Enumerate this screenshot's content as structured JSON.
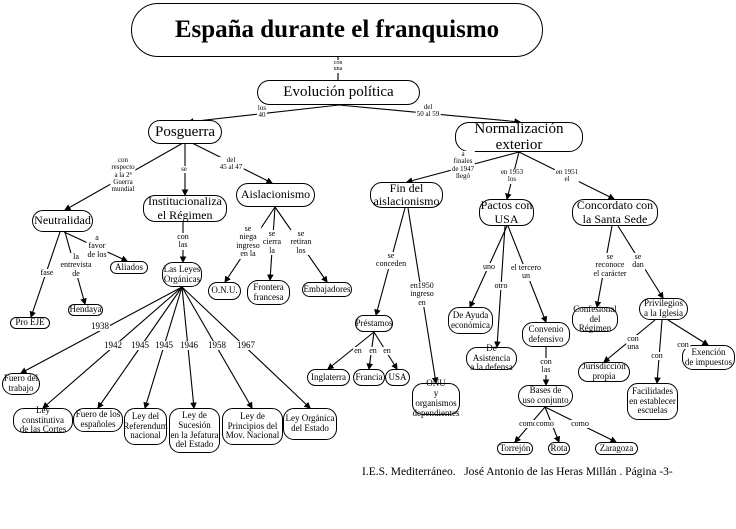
{
  "title": "España durante el franquismo",
  "nodes": {
    "evolucion": "Evolución política",
    "posguerra": "Posguerra",
    "normalizacion": "Normalización exterior",
    "neutralidad": "Neutralidad",
    "institucionaliza": "Institucionaliza\nel Régimen",
    "aislacionismo": "Aislacionismo",
    "pro_eje": "Pro EJE",
    "hendaya": "Hendaya",
    "aliados": "Aliados",
    "leyes": "Las Leyes\nOrgánicas",
    "onu1": "O.N.U.",
    "frontera": "Frontera\nfrancesa",
    "embajadores": "Embajadores",
    "fuero_trabajo": "Fuero del\ntrabajo",
    "ley_cortes": "Ley constitutiva\nde las Cortes",
    "fuero_espanoles": "Fuero de los\nespañoles",
    "ley_referendum": "Ley del\nReferendum\nnacional",
    "ley_sucesion": "Ley de\nSucesión\nen la Jefatura\ndel Estado",
    "ley_principios": "Ley de\nPrincipios del\nMov. Nacional",
    "ley_organica": "Ley Orgánica\ndel Estado",
    "fin_aislacionismo": "Fin del\naislacionismo",
    "pactos": "Pactos con\nUSA",
    "concordato": "Concordato con\nla Santa Sede",
    "prestamos": "Préstamos",
    "inglaterra": "Inglaterra",
    "francia": "Francia",
    "usa": "USA",
    "onu2": "ONU\ny organismos\ndependientes",
    "ayuda": "De Ayuda\neconómica",
    "asistencia": "De Asistencia\na la defensa",
    "convenio": "Convenio\ndefensivo",
    "bases": "Bases de\nuso conjunto",
    "torrejon": "Torrejón",
    "rota": "Rota",
    "zaragoza": "Zaragoza",
    "confesional": "Confesional\ndel Régimen",
    "privilegios": "Privilegios\na la Iglesia",
    "jurisdiccion": "Jurisdicción\npropia",
    "facilidades": "Facilidades\nen establecer\nescuelas",
    "exencion": "Exención\nde impuestos"
  },
  "links": {
    "con_una": "con\nuna",
    "los_40": "los\n40",
    "del_50": "del\n50 al 59",
    "con_respecto": "con\nrespecto\na la 2ª\nGuerra\nmundial",
    "se": "se",
    "del_45": "del\n45 al 47",
    "fase": "fase",
    "entrevista": "la\nentrevista\nde",
    "a_favor": "a\nfavor\nde los",
    "con_las": "con\nlas",
    "se_niega": "se\nniega\ningreso\nen la",
    "se_cierra": "se\ncierra\nla",
    "se_retiran": "se\nretiran\nlos",
    "y1938": "1938",
    "y1942": "1942",
    "y1945a": "1945",
    "y1945b": "1945",
    "y1946": "1946",
    "y1958": "1958",
    "y1967": "1967",
    "a_finales": "a\nfinales\nde 1947\nllegó",
    "en_1953": "en 1953\nlos",
    "en_1951": "en 1951\nel",
    "se_conceden": "se\nconceden",
    "en1950": "en1950\ningreso\nen",
    "en1": "en",
    "en2": "en",
    "en3": "en",
    "uno": "uno",
    "otro": "otro",
    "el_tercero": "el tercero\nun",
    "con_las2": "con\nlas",
    "como1": "como",
    "como2": "como",
    "como3": "como",
    "se_reconoce": "se\nreconoce\nel carácter",
    "se_dan": "se\ndan",
    "con_una2": "con\nuna",
    "con2": "con",
    "con3": "con"
  },
  "footer": "I.E.S. Mediterráneo.   José Antonio de las Heras Millán . Página -3-"
}
